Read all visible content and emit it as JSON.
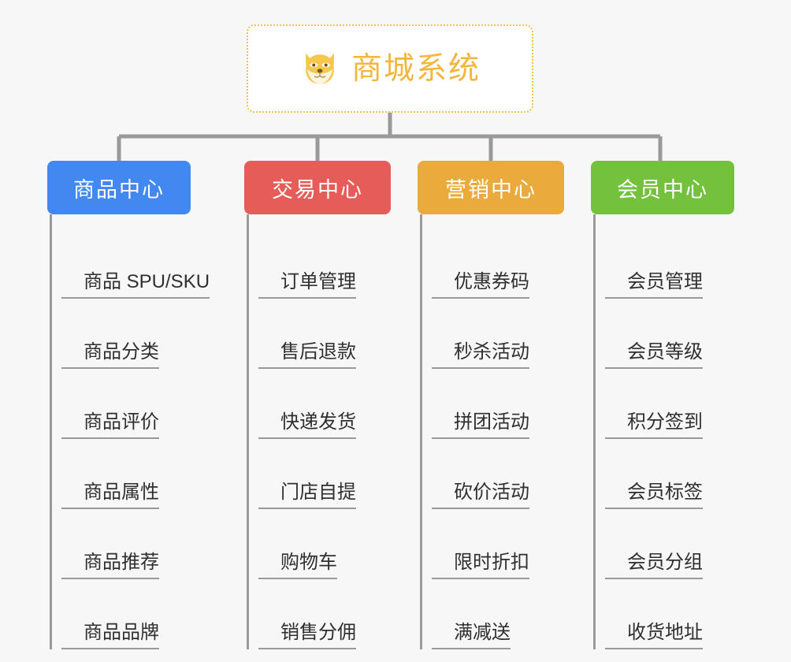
{
  "diagram": {
    "type": "org-chart",
    "background_color": "#f7f7f7",
    "root": {
      "title": "商城系统",
      "icon": "shiba-dog-icon",
      "text_color": "#f3b63c",
      "border_color": "#f2c14b",
      "background_color": "#ffffff"
    },
    "connector_color": "#9a9a9a",
    "branches": [
      {
        "label": "商品中心",
        "color": "#4288f0",
        "items": [
          "商品 SPU/SKU",
          "商品分类",
          "商品评价",
          "商品属性",
          "商品推荐",
          "商品品牌"
        ]
      },
      {
        "label": "交易中心",
        "color": "#e65c58",
        "items": [
          "订单管理",
          "售后退款",
          "快递发货",
          "门店自提",
          "购物车",
          "销售分佣"
        ]
      },
      {
        "label": "营销中心",
        "color": "#eaab3c",
        "items": [
          "优惠券码",
          "秒杀活动",
          "拼团活动",
          "砍价活动",
          "限时折扣",
          "满减送"
        ]
      },
      {
        "label": "会员中心",
        "color": "#73c13c",
        "items": [
          "会员管理",
          "会员等级",
          "积分签到",
          "会员标签",
          "会员分组",
          "收货地址"
        ]
      }
    ]
  }
}
